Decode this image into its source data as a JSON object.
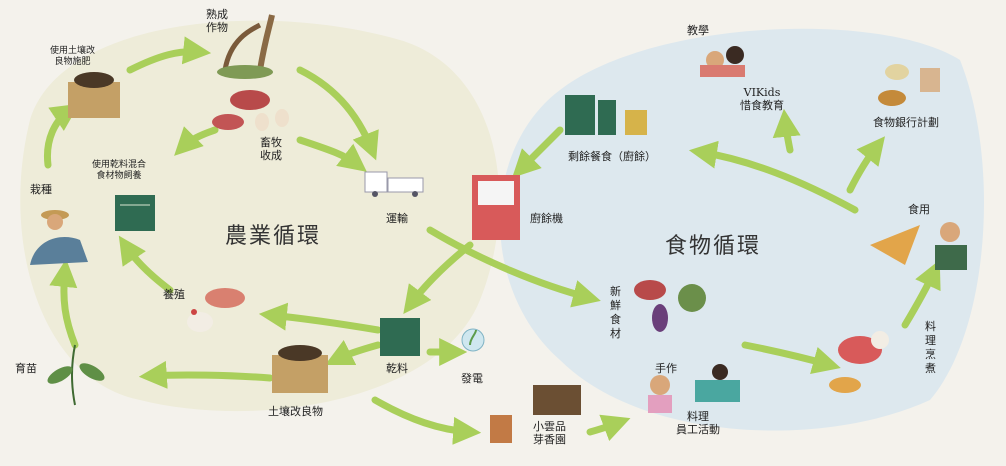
{
  "titles": {
    "agri": "農業循環",
    "food": "食物循環"
  },
  "labels": {
    "mature_crops": "熟成\n作物",
    "soil_fert": "使用土壤改\n良物施肥",
    "livestock_harvest": "畜牧\n收成",
    "feed_mix": "使用乾料混合\n食材物飼養",
    "planting": "栽種",
    "transport": "運輸",
    "breeding": "養殖",
    "seedling": "育苗",
    "soil_amend": "土壤改良物",
    "dry_feed": "乾料",
    "power": "發電",
    "microgreens": "小雲品\n芽香園",
    "fresh": "新\n鮮\n食\n材",
    "handmade": "手作",
    "cooking_vol": "料理\n員工活動",
    "kitchen_machine": "廚餘機",
    "leftover": "剩餘餐食（廚餘）",
    "teach": "教學",
    "vikids": "VIKids\n惜食教育",
    "foodbank": "食物銀行計劃",
    "eat": "食用",
    "cook": "料\n理\n烹\n煮"
  }
}
